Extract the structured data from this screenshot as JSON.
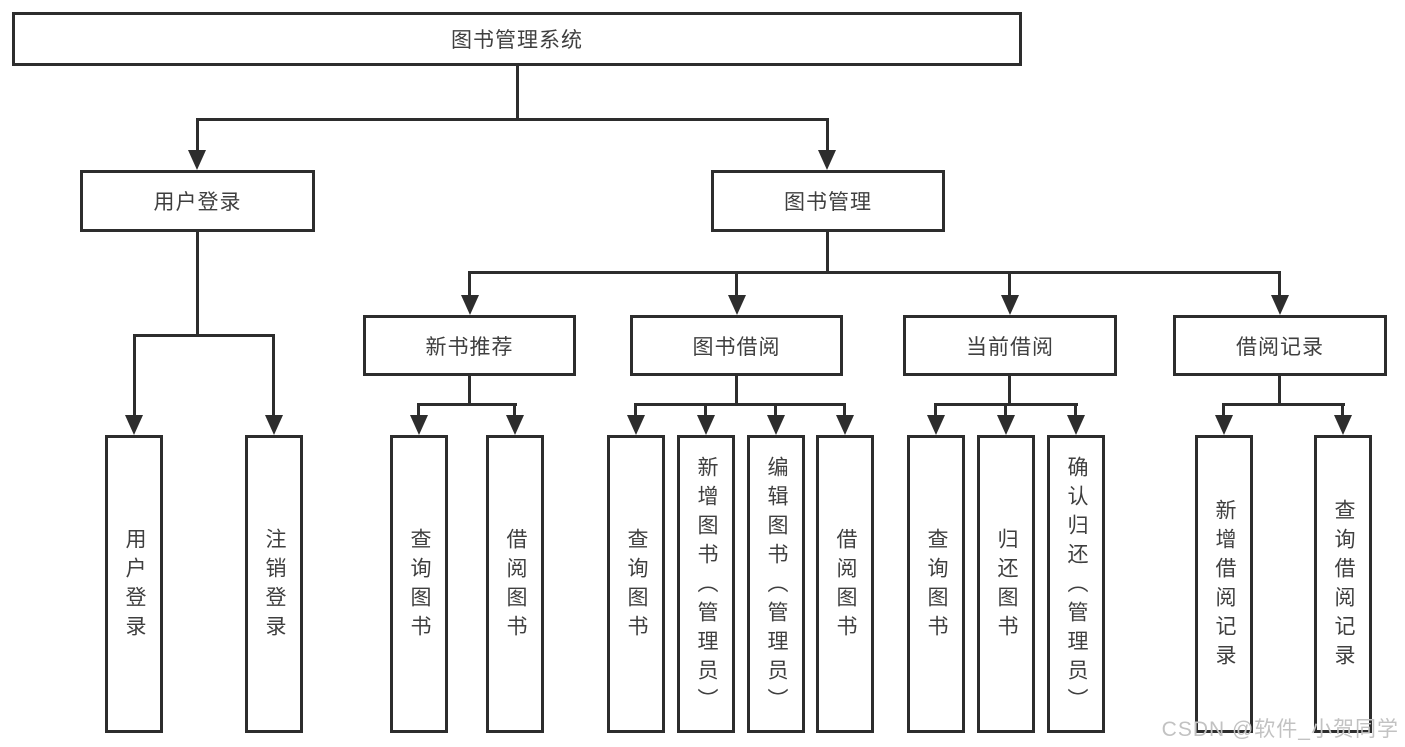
{
  "colors": {
    "background": "#ffffff",
    "line": "#2d2d2d",
    "text": "#3f3f3f",
    "watermark_text": "#c2c2c2"
  },
  "watermark": {
    "text": "CSDN @软件_小贺同学"
  },
  "tree": {
    "label": "图书管理系统",
    "children": [
      {
        "label": "用户登录",
        "children": [
          {
            "label": "用户登录"
          },
          {
            "label": "注销登录"
          }
        ]
      },
      {
        "label": "图书管理",
        "children": [
          {
            "label": "新书推荐",
            "children": [
              {
                "label": "查询图书"
              },
              {
                "label": "借阅图书"
              }
            ]
          },
          {
            "label": "图书借阅",
            "children": [
              {
                "label": "查询图书"
              },
              {
                "label": "新增图书（管理员）"
              },
              {
                "label": "编辑图书（管理员）"
              },
              {
                "label": "借阅图书"
              }
            ]
          },
          {
            "label": "当前借阅",
            "children": [
              {
                "label": "查询图书"
              },
              {
                "label": "归还图书"
              },
              {
                "label": "确认归还（管理员）"
              }
            ]
          },
          {
            "label": "借阅记录",
            "children": [
              {
                "label": "新增借阅记录"
              },
              {
                "label": "查询借阅记录"
              }
            ]
          }
        ]
      }
    ]
  }
}
